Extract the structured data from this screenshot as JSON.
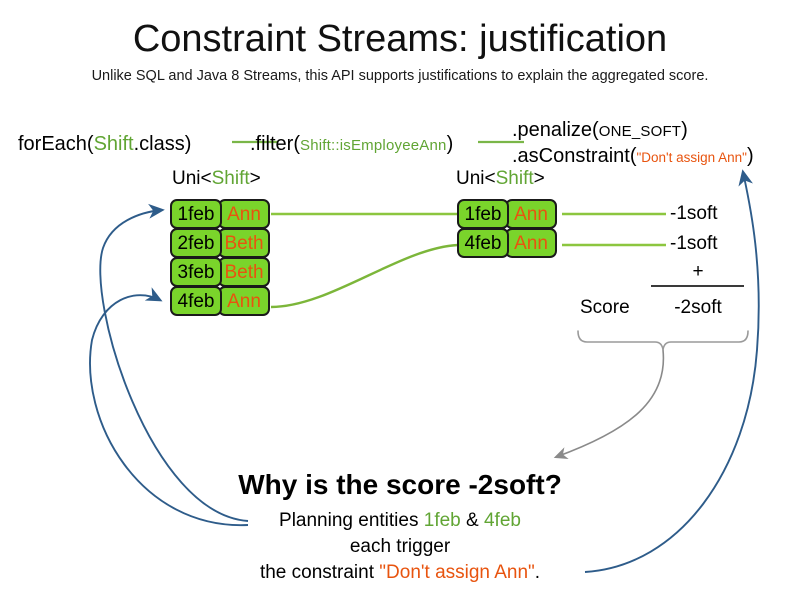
{
  "header": {
    "title": "Constraint Streams: justification",
    "subtitle": "Unlike SQL and Java 8 Streams, this API supports justifications to explain the aggregated score."
  },
  "pipeline": {
    "foreach": {
      "call": "forEach(",
      "type": "Shift",
      "suffix": ".class)"
    },
    "filter": {
      "call": ".filter(",
      "arg": "Shift::isEmployeeAnn",
      "suffix": ")"
    },
    "penalize": {
      "call": ".penalize(",
      "arg": "ONE_SOFT",
      "suffix": ")"
    },
    "as_constraint": {
      "call": ".asConstraint(",
      "arg": "\"Don't assign Ann\"",
      "suffix": ")"
    }
  },
  "streams": {
    "left": {
      "label_prefix": "Uni<",
      "label_type": "Shift",
      "label_suffix": ">",
      "rows": [
        {
          "date": "1feb",
          "employee": "Ann"
        },
        {
          "date": "2feb",
          "employee": "Beth"
        },
        {
          "date": "3feb",
          "employee": "Beth"
        },
        {
          "date": "4feb",
          "employee": "Ann"
        }
      ]
    },
    "right": {
      "label_prefix": "Uni<",
      "label_type": "Shift",
      "label_suffix": ">",
      "rows": [
        {
          "date": "1feb",
          "employee": "Ann"
        },
        {
          "date": "4feb",
          "employee": "Ann"
        }
      ]
    }
  },
  "scores": {
    "impacts": [
      "-1soft",
      "-1soft"
    ],
    "score_word": "Score",
    "plus": "+",
    "total": "-2soft"
  },
  "explanation": {
    "question": "Why is the score -2soft?",
    "line1_prefix": "Planning entities ",
    "line1_entity_a": "1feb",
    "line1_joiner": " & ",
    "line1_entity_b": "4feb",
    "line2": "each trigger",
    "line3_prefix": "the constraint ",
    "line3_constraint": "\"Don't assign Ann\"",
    "line3_suffix": "."
  },
  "colors": {
    "green_text": "#61a534",
    "green_box": "#7ad42b",
    "green_line": "#8cc63f",
    "orange": "#e8540f",
    "blue_arrow": "#2e5c8a",
    "gray_arrow": "#8a8a8a",
    "box_border": "#1a1a1a"
  }
}
